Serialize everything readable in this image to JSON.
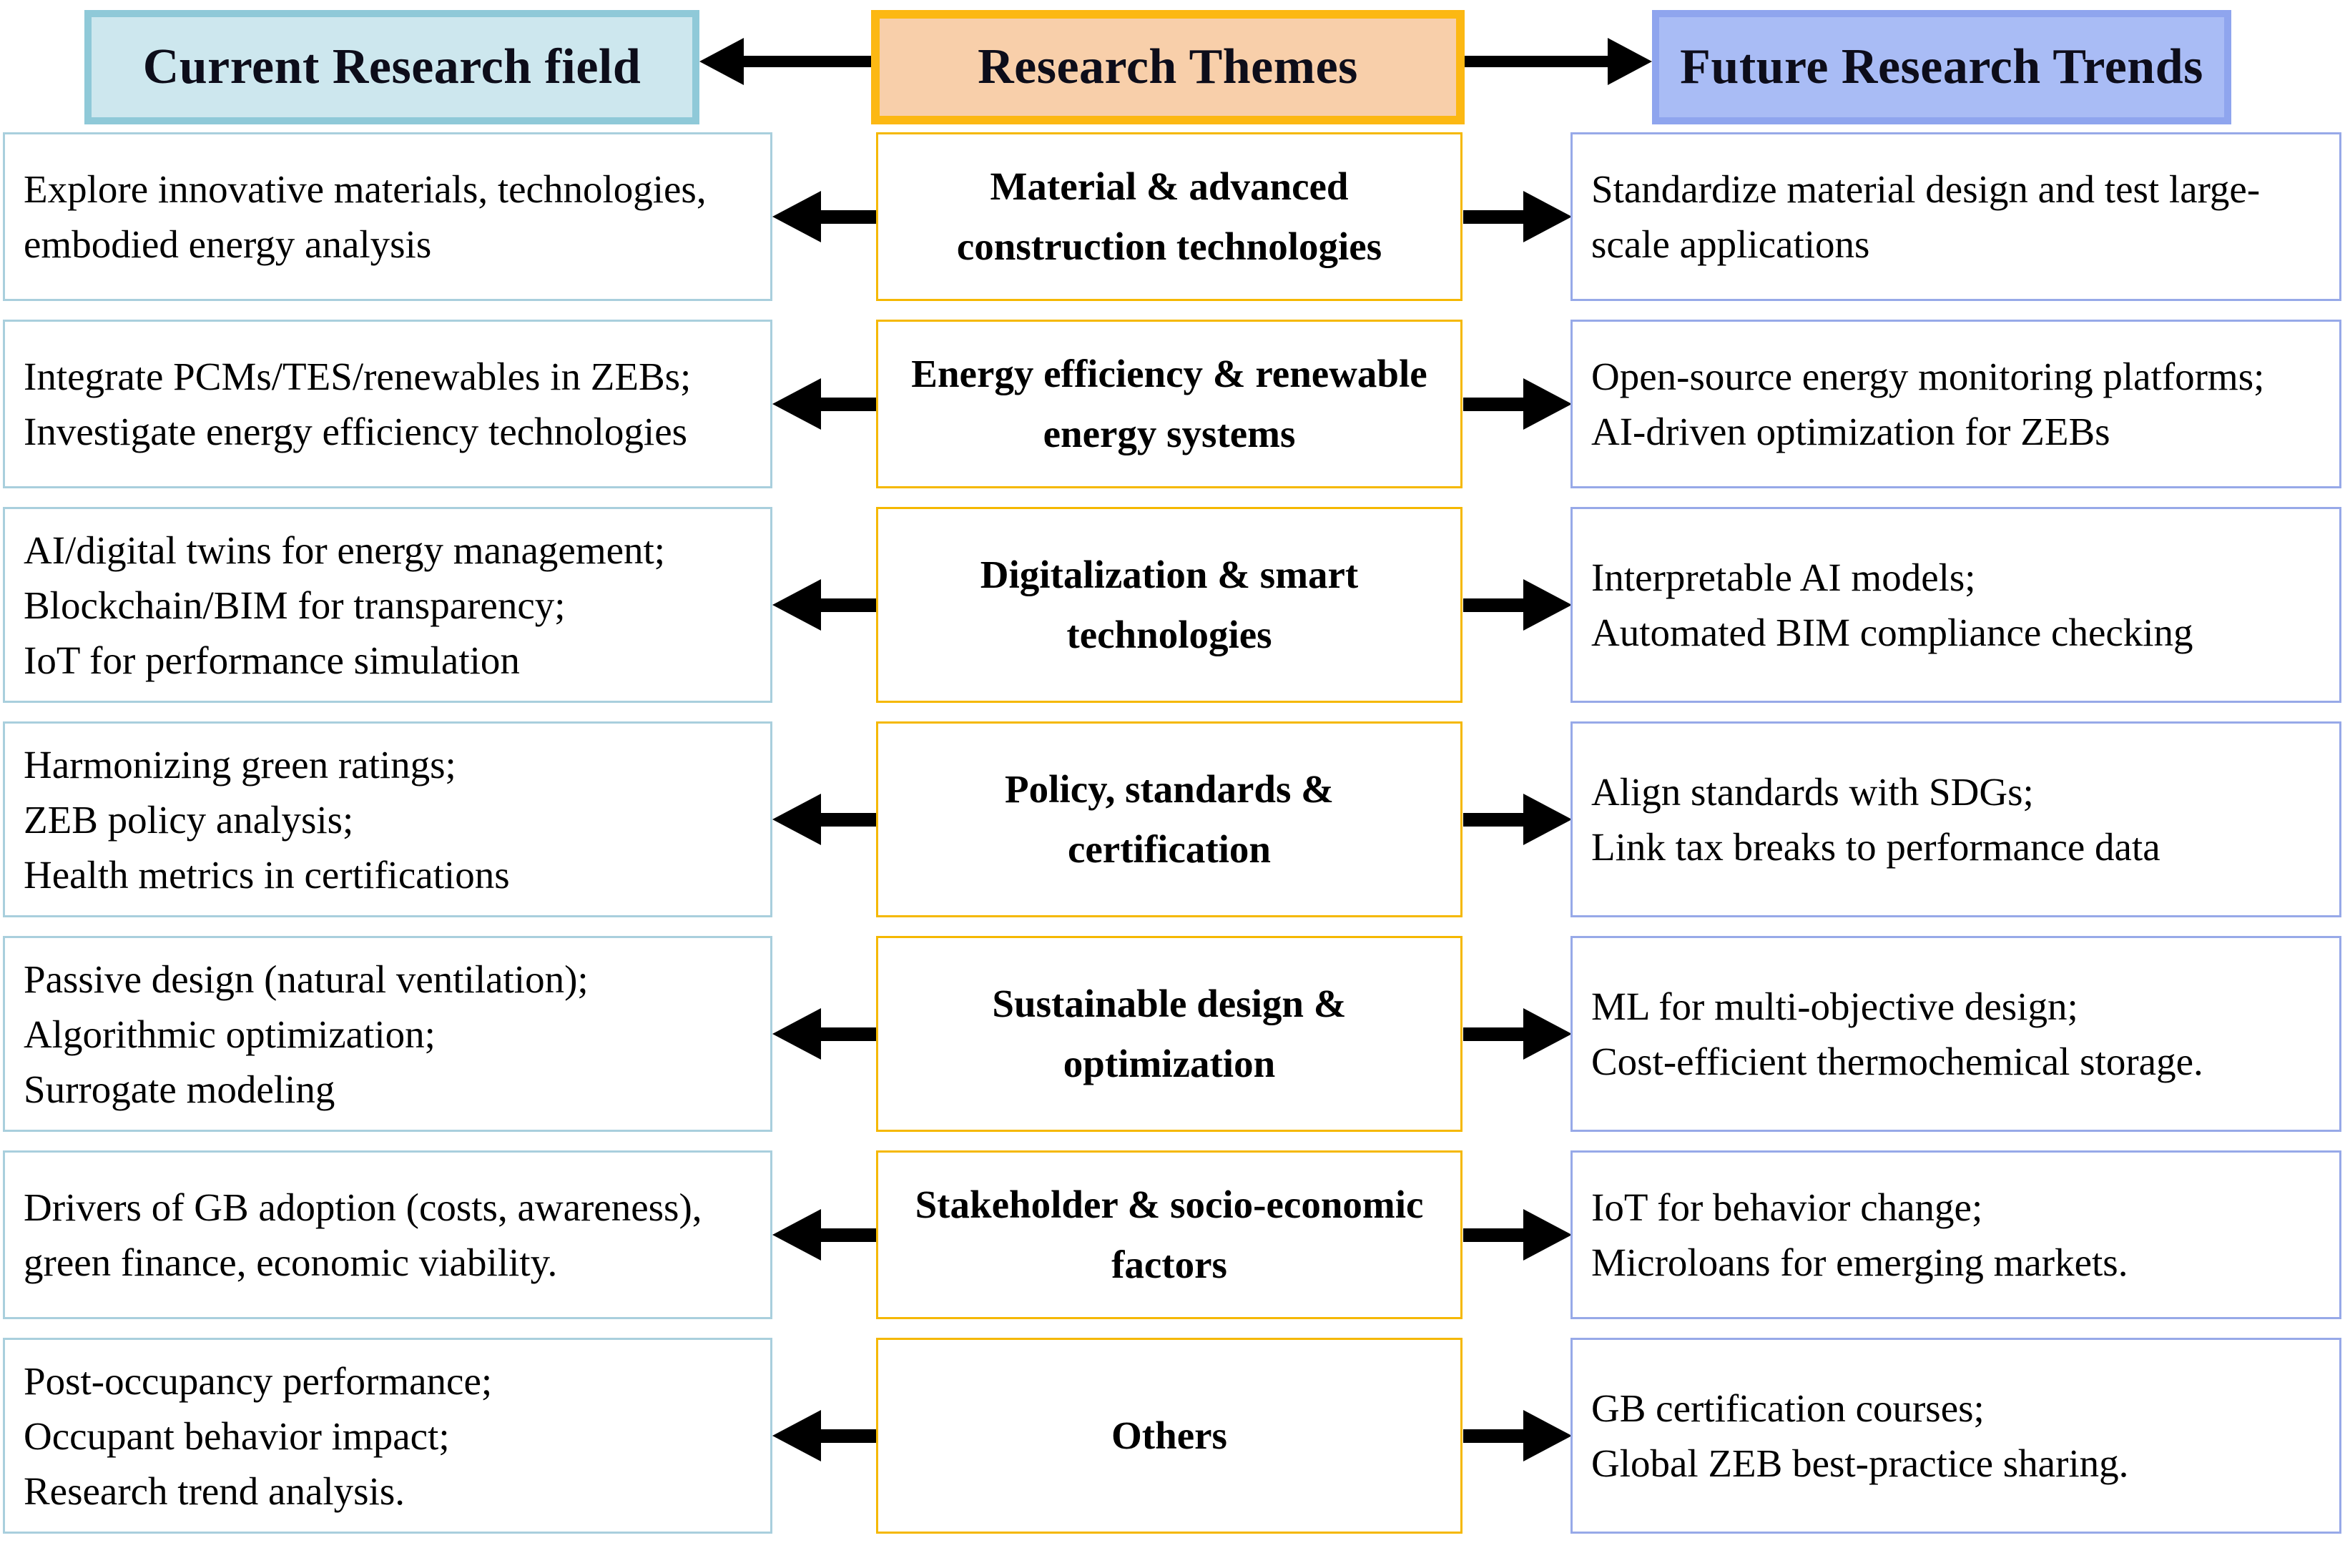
{
  "header": {
    "left": {
      "label": "Current Research field",
      "fill": "#cde7ee",
      "border": "#8fc9d8"
    },
    "middle": {
      "label": "Research Themes",
      "fill": "#f8cfaa",
      "border": "#fcb813"
    },
    "right": {
      "label": "Future Research Trends",
      "fill": "#a9bcf5",
      "border": "#8fa5ee"
    },
    "arrow_left_direction": "left",
    "arrow_right_direction": "right"
  },
  "colors": {
    "left_column_border": "#a9cfdd",
    "middle_column_border": "#f5b800",
    "right_column_border": "#97a9e8",
    "arrow": "#000000",
    "text": "#000000"
  },
  "rows": [
    {
      "current": "Explore innovative materials, technologies,\nembodied energy analysis",
      "theme": "Material & advanced\nconstruction technologies",
      "future": "Standardize material design and test large-\nscale applications"
    },
    {
      "current": "Integrate PCMs/TES/renewables in ZEBs;\nInvestigate energy efficiency technologies",
      "theme": "Energy efficiency & renewable\nenergy systems",
      "future": "Open-source energy monitoring platforms;\nAI-driven optimization for ZEBs"
    },
    {
      "current": "AI/digital twins for energy management;\nBlockchain/BIM for transparency;\nIoT for performance simulation",
      "theme": "Digitalization & smart\ntechnologies",
      "future": "Interpretable AI models;\nAutomated BIM compliance checking"
    },
    {
      "current": "Harmonizing green ratings;\nZEB policy analysis;\nHealth metrics in certifications",
      "theme": "Policy, standards &\ncertification",
      "future": "Align standards with SDGs;\nLink tax breaks to performance data"
    },
    {
      "current": "Passive design (natural ventilation);\nAlgorithmic optimization;\nSurrogate modeling",
      "theme": "Sustainable design &\noptimization",
      "future": "ML for multi-objective design;\nCost-efficient thermochemical storage."
    },
    {
      "current": "Drivers of GB adoption (costs, awareness),\ngreen finance, economic viability.",
      "theme": "Stakeholder & socio-economic\nfactors",
      "future": "IoT for behavior change;\nMicroloans for emerging markets."
    },
    {
      "current": "Post-occupancy performance;\nOccupant behavior impact;\nResearch trend analysis.",
      "theme": "Others",
      "future": "GB certification courses;\nGlobal ZEB best-practice sharing."
    }
  ]
}
